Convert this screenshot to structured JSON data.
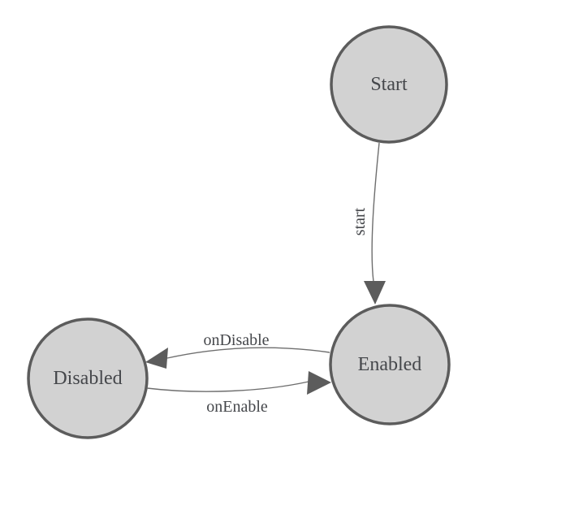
{
  "diagram": {
    "kind": "state-machine",
    "nodes": [
      {
        "id": "start",
        "label": "Start"
      },
      {
        "id": "enabled",
        "label": "Enabled"
      },
      {
        "id": "disabled",
        "label": "Disabled"
      }
    ],
    "edges": [
      {
        "from": "Start",
        "to": "Enabled",
        "label": "start"
      },
      {
        "from": "Enabled",
        "to": "Disabled",
        "label": "onDisable"
      },
      {
        "from": "Disabled",
        "to": "Enabled",
        "label": "onEnable"
      }
    ],
    "colors": {
      "background": "#ffffff",
      "node_fill": "#d2d2d2",
      "node_border": "#5c5c5c",
      "edge_line": "#6e6e6e",
      "arrowhead": "#5c5c5c",
      "label_text": "#45474b"
    }
  }
}
